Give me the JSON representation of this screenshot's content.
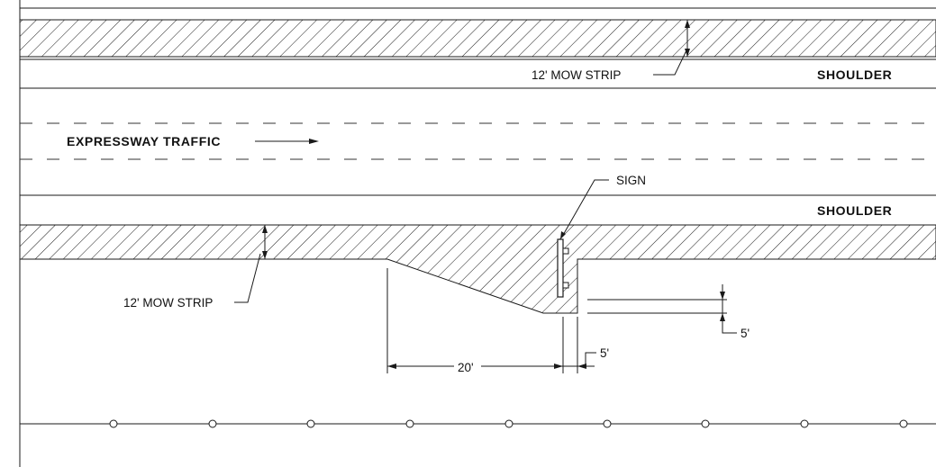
{
  "labels": {
    "mow_strip_top": "12' MOW STRIP",
    "shoulder_top": "SHOULDER",
    "traffic": "EXPRESSWAY TRAFFIC",
    "sign": "SIGN",
    "shoulder_bottom": "SHOULDER",
    "mow_strip_bottom": "12' MOW STRIP",
    "dim_20": "20'",
    "dim_5_horizontal": "5'",
    "dim_5_vertical": "5'"
  },
  "colors": {
    "line": "#1a1a1a",
    "background": "#ffffff"
  }
}
